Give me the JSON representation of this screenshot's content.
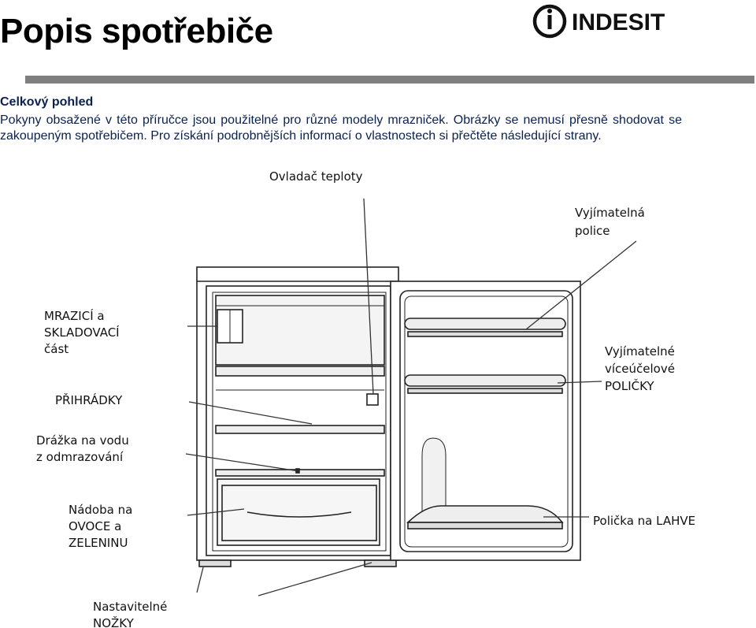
{
  "header": {
    "title": "Popis spotřebiče",
    "brand": "INDESIT"
  },
  "section": {
    "heading": "Celkový pohled",
    "intro": "Pokyny obsažené v této příručce jsou použitelné pro různé modely mrazniček. Obrázky se nemusí přesně shodovat se zakoupeným spotřebičem. Pro získání podrobnějších informací o vlastnostech si přečtěte následující strany."
  },
  "diagram": {
    "labels": {
      "temperature_control": "Ovladač teploty",
      "removable_shelf_1": "Vyjímatelná",
      "removable_shelf_2": "police",
      "freezer_1": "MRAZICÍ a",
      "freezer_2": "SKLADOVACÍ",
      "freezer_3": "část",
      "compartments": "PŘIHRÁDKY",
      "groove_1": "Drážka na vodu",
      "groove_2": "z odmrazování",
      "multi_shelves_1": "Vyjímatelné",
      "multi_shelves_2": "víceúčelové",
      "multi_shelves_3": "POLIČKY",
      "crisper_1": "Nádoba na",
      "crisper_2": "OVOCE a",
      "crisper_3": "ZELENINU",
      "bottle_shelf": "Polička na LAHVE",
      "feet_1": "Nastavitelné",
      "feet_2": "NOŽKY"
    }
  }
}
